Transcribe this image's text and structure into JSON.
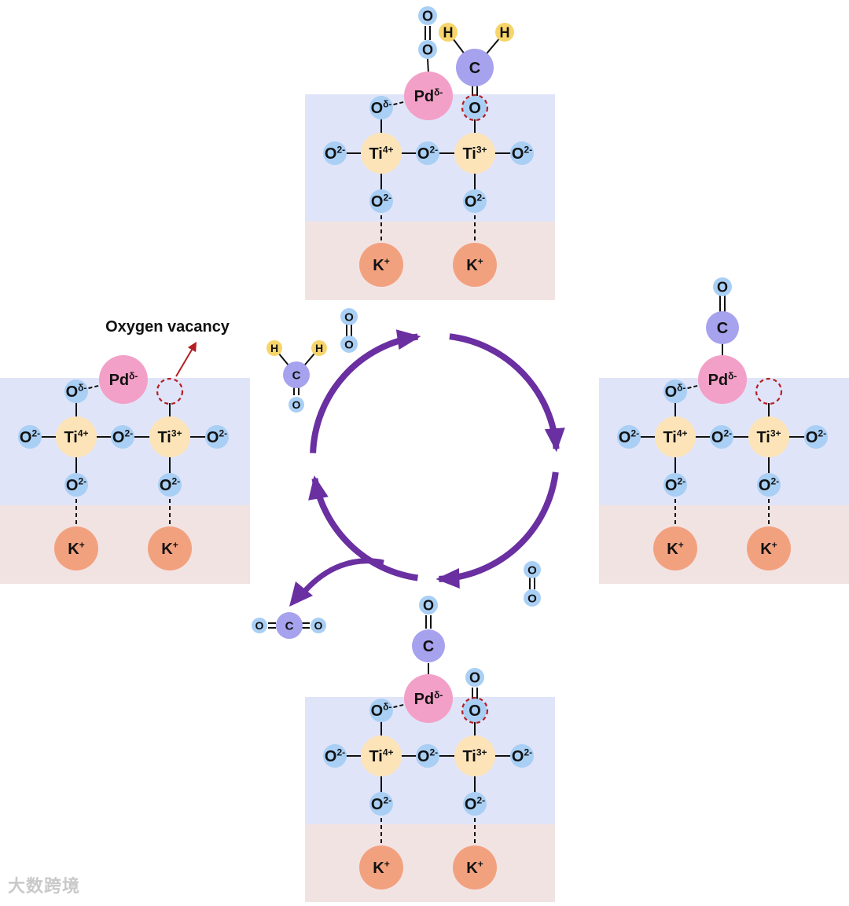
{
  "labels": {
    "vacancy_callout": "Oxygen vacancy",
    "O": "O",
    "O2_sup": "2-",
    "Od_sup": "δ-",
    "Ti": "Ti",
    "Ti4_sup": "4+",
    "Ti3_sup": "3+",
    "Pd": "Pd",
    "Pd_sup": "δ-",
    "K": "K",
    "K_sup": "+",
    "C": "C",
    "H": "H"
  },
  "watermark": "大数跨境",
  "colors": {
    "surface_blue": "#e0e4f8",
    "substrate_pink": "#f2e3e3",
    "oxygen": "#a9cff5",
    "ti": "#fde4b8",
    "pd": "#f3a0c8",
    "k": "#f2a17f",
    "carbon": "#a6a2ee",
    "hydrogen": "#f7d56a",
    "arrow": "#6a2fa1",
    "vacancy": "#b41f24",
    "callout_arrow": "#b41f24"
  },
  "icons": [
    "reaction-cycle-arrows",
    "co2-release-arrow",
    "vacancy-pointer-arrow"
  ]
}
